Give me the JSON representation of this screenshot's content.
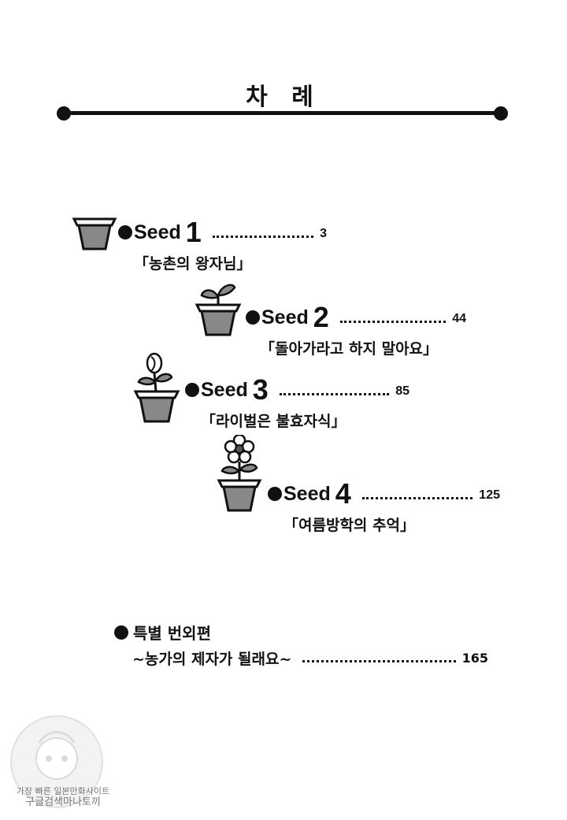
{
  "toc": {
    "title": "차 례",
    "entries": [
      {
        "seed_word": "Seed",
        "number": "1",
        "page": "3",
        "subtitle": "「농촌의 왕자님」",
        "icon": "pot-empty-icon"
      },
      {
        "seed_word": "Seed",
        "number": "2",
        "page": "44",
        "subtitle": "「돌아가라고 하지 말아요」",
        "icon": "pot-sprout-icon"
      },
      {
        "seed_word": "Seed",
        "number": "3",
        "page": "85",
        "subtitle": "「라이벌은 불효자식」",
        "icon": "pot-bud-icon"
      },
      {
        "seed_word": "Seed",
        "number": "4",
        "page": "125",
        "subtitle": "「여름방학의 추억」",
        "icon": "pot-flower-icon"
      }
    ],
    "special": {
      "title": "특별 번외편",
      "subtitle": "~농가의 제자가 될래요~",
      "page": "165"
    }
  },
  "watermark": {
    "line1": "가장 빠른 일본만화사이트",
    "line2": "구글검색마나토끼"
  }
}
